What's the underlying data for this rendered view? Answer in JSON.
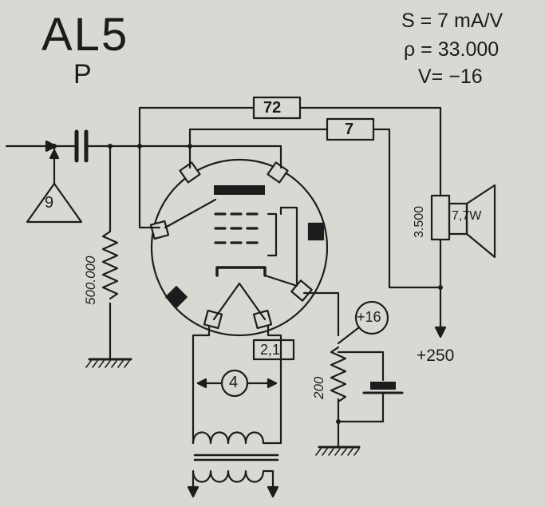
{
  "header": {
    "tube": "AL5",
    "class": "P"
  },
  "specs": {
    "transconductance": "S = 7 mA/V",
    "plate_resistance": "ρ = 33.000",
    "grid_bias": "V=  −16"
  },
  "components": {
    "input_gain": "9",
    "grid_resistor": "500.000",
    "screen_resistor": "72",
    "plate_feed": "7",
    "output_transformer": "3.500",
    "speaker_power": "7,7W",
    "supply_voltage": "+250",
    "cathode_voltage": "+16",
    "cathode_resistor": "200",
    "heater_current": "2,1",
    "heater_voltage": "4"
  },
  "colors": {
    "background": "#d9d9d4",
    "ink": "#1c1c1c"
  }
}
